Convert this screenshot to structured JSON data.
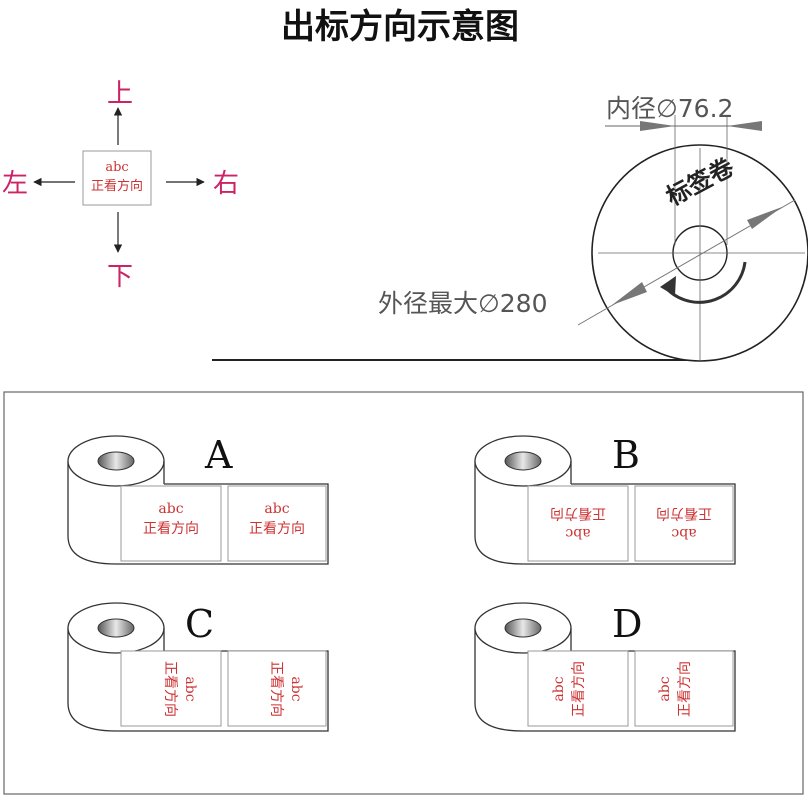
{
  "title": "出标方向示意图",
  "legend": {
    "up": "上",
    "down": "下",
    "left": "左",
    "right": "右",
    "box_line1": "abc",
    "box_line2": "正看方向"
  },
  "roll": {
    "inner_diameter": "内径∅76.2",
    "outer_diameter": "外径最大∅280",
    "label": "标签卷"
  },
  "options": [
    {
      "letter": "A",
      "label_line1": "abc",
      "label_line2": "正看方向",
      "orientation": "upright"
    },
    {
      "letter": "B",
      "label_line1": "abc",
      "label_line2": "正看方向",
      "orientation": "upside-down"
    },
    {
      "letter": "C",
      "label_line1": "abc",
      "label_line2": "正看方向",
      "orientation": "rotated-clockwise"
    },
    {
      "letter": "D",
      "label_line1": "abc",
      "label_line2": "正看方向",
      "orientation": "rotated-counterclockwise"
    }
  ],
  "colors": {
    "direction_text": "#cc2266",
    "label_text": "#cc3333",
    "line": "#222222",
    "gray": "#888888"
  }
}
